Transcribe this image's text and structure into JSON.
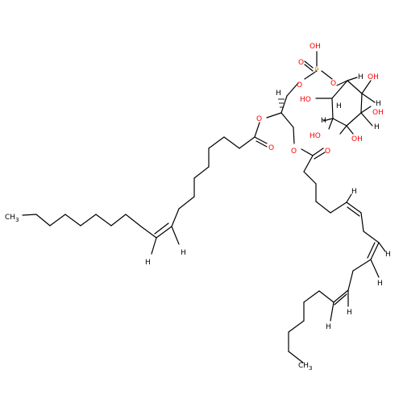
{
  "molecule": {
    "colors": {
      "oxygen": "#ff0000",
      "phosphorus": "#ff8000",
      "carbon": "#000000",
      "hydrogen": "#000000"
    },
    "labels": {
      "ch3_oleoyl": "CH",
      "ch3_oleoyl_sub": "3",
      "ch3_linoleoyl": "CH",
      "ch3_linoleoyl_sub": "3",
      "o": "O",
      "oh": "OH",
      "ho": "HO",
      "p": "P",
      "h": "H"
    }
  }
}
